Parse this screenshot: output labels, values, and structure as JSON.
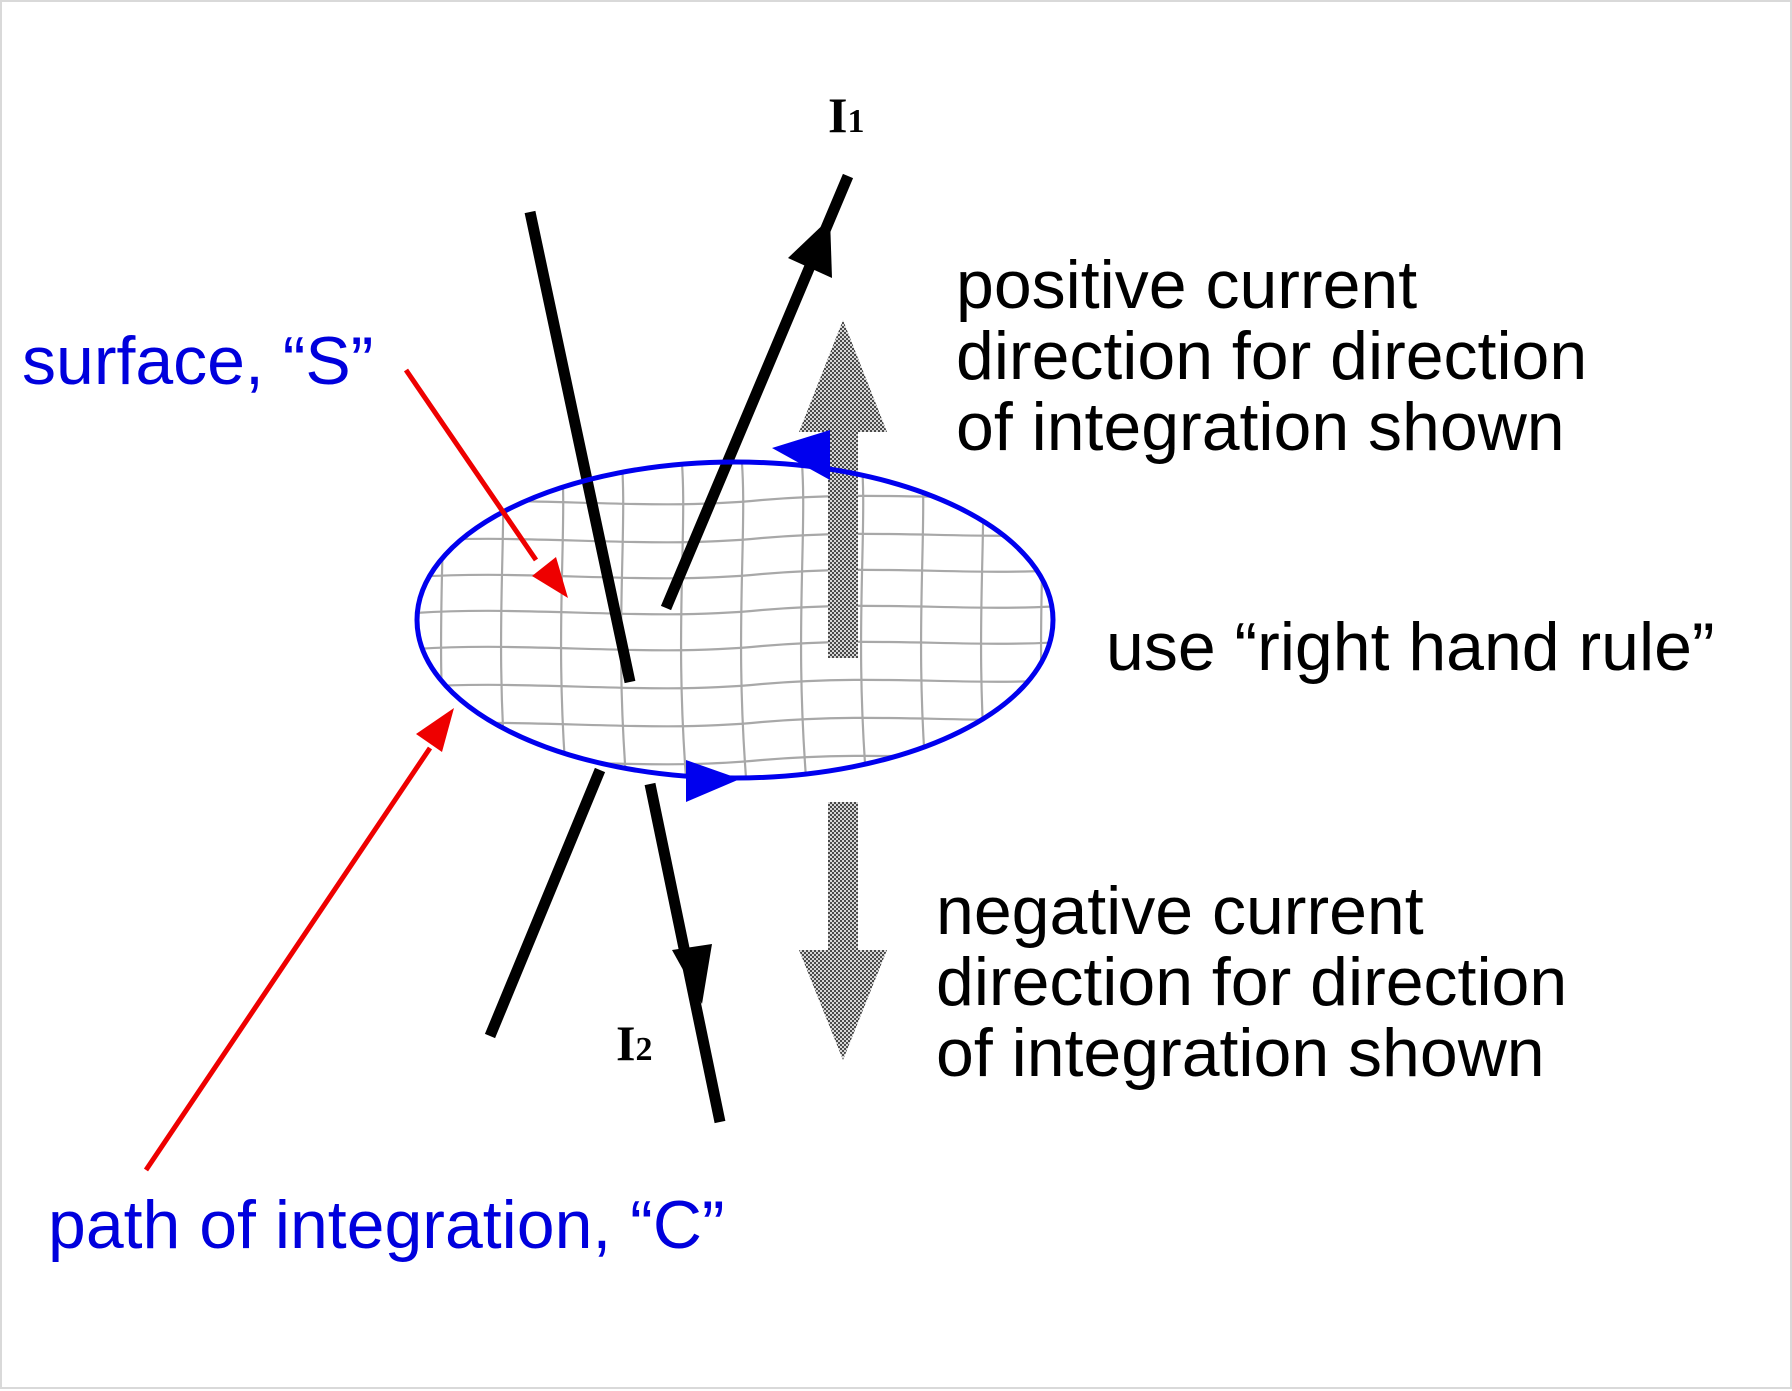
{
  "labels": {
    "current_top": {
      "symbol": "I",
      "index": "1"
    },
    "current_bottom": {
      "symbol": "I",
      "index": "2"
    },
    "surface": "surface, “S”",
    "path": "path of integration, “C”",
    "positive": [
      "positive current",
      "direction for direction",
      "of integration shown"
    ],
    "negative": [
      "negative current",
      "direction for direction",
      "of integration shown"
    ],
    "rule": "use “right hand rule”"
  },
  "colors": {
    "text": "#000000",
    "blue_labels": "#0000dd",
    "loop": "#0000ee",
    "pointer_arrows": "#ee0000",
    "mesh": "#aaaaaa",
    "direction_arrows": "#8a8a8a",
    "wires": "#000000"
  }
}
